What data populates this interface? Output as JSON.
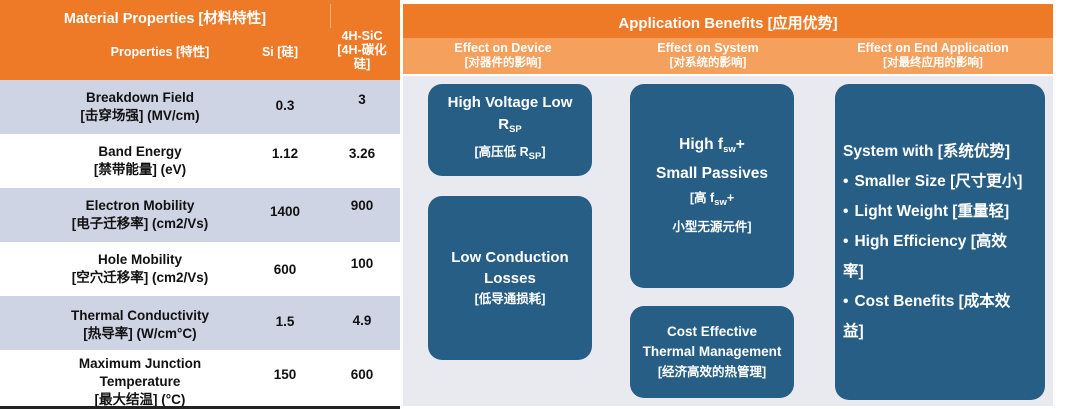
{
  "table": {
    "header_title": "Material Properties [材料特性]",
    "col_properties": "Properties [特性]",
    "col_si": "Si [硅]",
    "col_sic_line1": "4H-SiC",
    "col_sic_line2": "[4H-碳化",
    "col_sic_line3": "硅]",
    "rows": [
      {
        "prop_line1": "Breakdown Field",
        "prop_line2": "[击穿场强] (MV/cm)",
        "si": "0.3",
        "sic": "3"
      },
      {
        "prop_line1": "Band Energy",
        "prop_line2": "[禁带能量] (eV)",
        "si": "1.12",
        "sic": "3.26"
      },
      {
        "prop_line1": "Electron Mobility",
        "prop_line2": "[电子迁移率] (cm2/Vs)",
        "si": "1400",
        "sic": "900"
      },
      {
        "prop_line1": "Hole Mobility",
        "prop_line2": "[空穴迁移率] (cm2/Vs)",
        "si": "600",
        "sic": "100"
      },
      {
        "prop_line1": "Thermal Conductivity",
        "prop_line2": "[热导率] (W/cm°C)",
        "si": "1.5",
        "sic": "4.9"
      },
      {
        "prop_line1": "Maximum Junction",
        "prop_line2": "Temperature",
        "prop_line3": "[最大结温] (°C)",
        "si": "150",
        "sic": "600"
      }
    ]
  },
  "benefits": {
    "title": "Application Benefits [应用优势]",
    "device_header": "Effect on Device",
    "device_header_cn": "[对器件的影响]",
    "system_header": "Effect on System",
    "system_header_cn": "[对系统的影响]",
    "end_header": "Effect on End Application",
    "end_header_cn": "[对最终应用的影响]",
    "hv_line1": "High Voltage Low",
    "hv_line2_r": "R",
    "hv_line2_sub": "SP",
    "hv_cn_pre": "[高压低 R",
    "hv_cn_sub": "SP",
    "hv_cn_post": "]",
    "lc_line1": "Low Conduction",
    "lc_line2": "Losses",
    "lc_cn": "[低导通损耗]",
    "hf_line1_pre": "High f",
    "hf_line1_sub": "sw",
    "hf_line1_post": "+",
    "hf_line2": "Small Passives",
    "hf_cn_pre": "[高 f",
    "hf_cn_sub": "sw",
    "hf_cn_post": "+",
    "hf_cn_line2": "小型无源元件]",
    "ce_line1": "Cost Effective",
    "ce_line2": "Thermal Management",
    "ce_cn": "[经济高效的热管理]",
    "sys_title": "System with [系统优势]",
    "sys_items": [
      "Smaller Size [尺寸更小]",
      "Light Weight [重量轻]",
      "High Efficiency [高效",
      "率]",
      "Cost Benefits [成本效",
      "益]"
    ],
    "bullet_glyph": "•"
  }
}
